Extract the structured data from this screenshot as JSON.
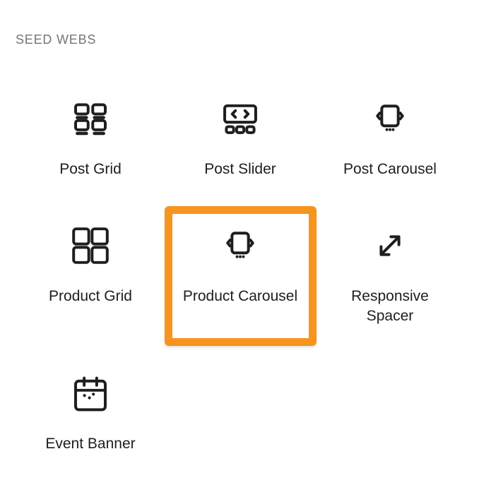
{
  "panel": {
    "category_label": "SEED WEBS",
    "accent_color": "#F7941E",
    "icon_color": "#1e1e1e",
    "label_color": "#1e1e1e",
    "items": [
      {
        "label": "Post Grid",
        "icon": "post-grid-icon",
        "selected": false
      },
      {
        "label": "Post Slider",
        "icon": "post-slider-icon",
        "selected": false
      },
      {
        "label": "Post Carousel",
        "icon": "post-carousel-icon",
        "selected": false
      },
      {
        "label": "Product Grid",
        "icon": "product-grid-icon",
        "selected": false
      },
      {
        "label": "Product Carousel",
        "icon": "product-carousel-icon",
        "selected": true
      },
      {
        "label": "Responsive Spacer",
        "icon": "responsive-spacer-icon",
        "selected": false
      },
      {
        "label": "Event Banner",
        "icon": "event-banner-icon",
        "selected": false
      }
    ]
  }
}
